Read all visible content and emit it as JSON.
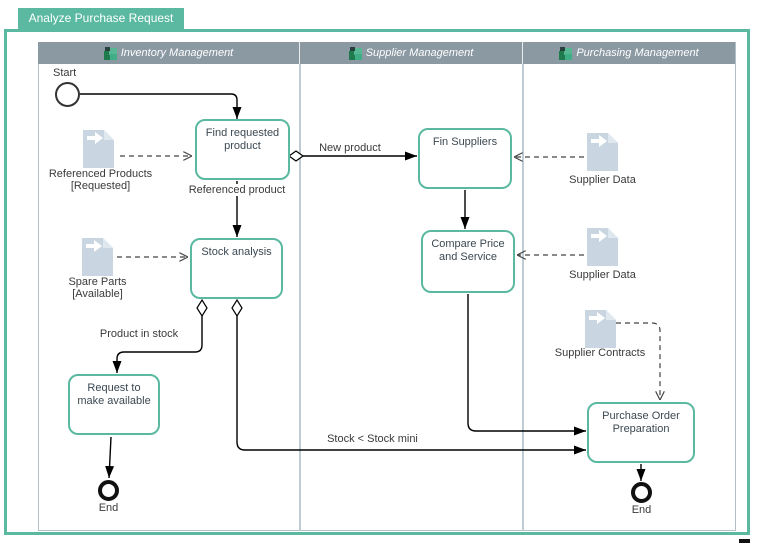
{
  "title": "Analyze Purchase Request",
  "lanes": [
    {
      "label": "Inventory Management"
    },
    {
      "label": "Supplier Management"
    },
    {
      "label": "Purchasing Management"
    }
  ],
  "events": {
    "start": {
      "label": "Start"
    },
    "end_inventory": {
      "label": "End"
    },
    "end_purchasing": {
      "label": "End"
    }
  },
  "tasks": {
    "find_requested_product": {
      "label": "Find requested product"
    },
    "stock_analysis": {
      "label": "Stock analysis"
    },
    "request_to_make_available": {
      "label": "Request to make available"
    },
    "fin_suppliers": {
      "label": "Fin Suppliers"
    },
    "compare_price_and_service": {
      "label": "Compare Price and Service"
    },
    "purchase_order_preparation": {
      "label": "Purchase Order Preparation"
    }
  },
  "data_objects": {
    "referenced_products": {
      "label": "Referenced Products\n[Requested]"
    },
    "spare_parts": {
      "label": "Spare Parts\n[Available]"
    },
    "supplier_data_1": {
      "label": "Supplier Data"
    },
    "supplier_data_2": {
      "label": "Supplier Data"
    },
    "supplier_contracts": {
      "label": "Supplier Contracts"
    }
  },
  "flow_labels": {
    "new_product": "New product",
    "referenced_product": "Referenced product",
    "product_in_stock": "Product in stock",
    "stock_lt_stock_mini": "Stock < Stock mini"
  },
  "colors": {
    "accent": "#5ab9a0",
    "lane_header": "#8b99a3",
    "document_fill": "#c9d6e2"
  }
}
